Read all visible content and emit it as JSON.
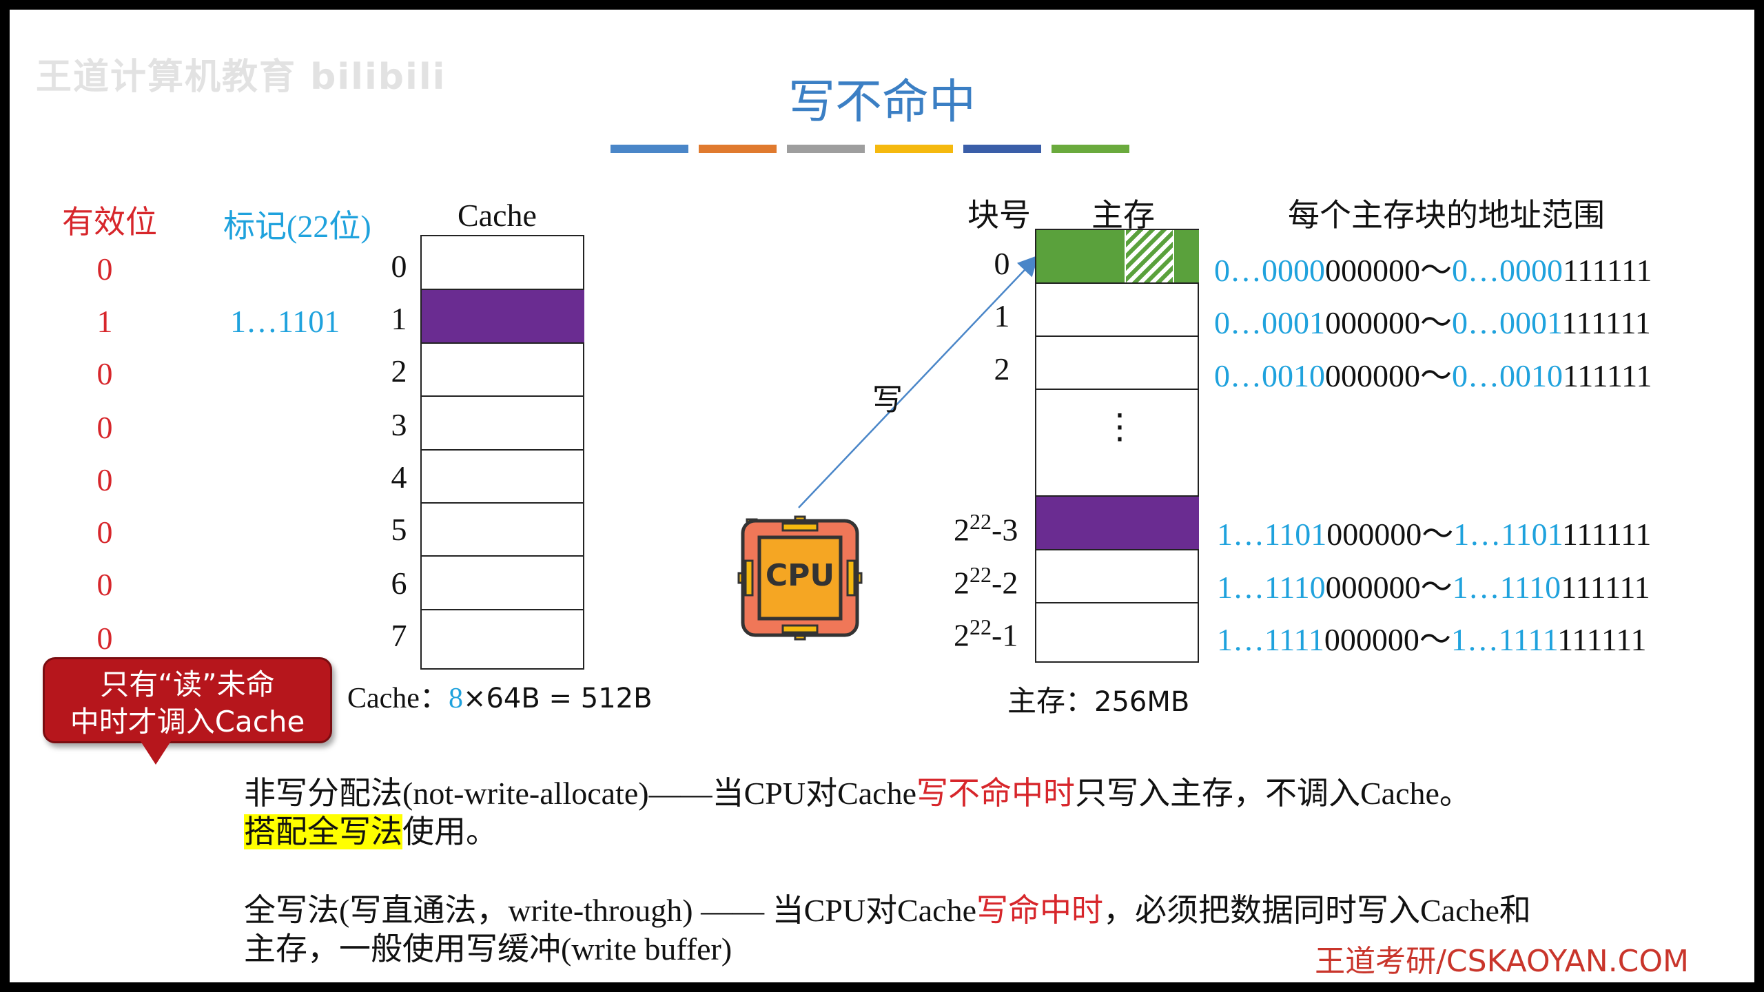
{
  "watermark": "王道计算机教育 bilibili",
  "title": "写不命中",
  "accent_bar_colors": [
    "#4a86c8",
    "#e07a2e",
    "#9e9e9e",
    "#f5b90f",
    "#3a5ea8",
    "#6aaa3d"
  ],
  "cache_section": {
    "valid_header": "有效位",
    "tag_header": "标记(22位)",
    "cache_header": "Cache",
    "rows": [
      {
        "index": "0",
        "valid": "0",
        "tag": ""
      },
      {
        "index": "1",
        "valid": "1",
        "tag": "1…1101"
      },
      {
        "index": "2",
        "valid": "0",
        "tag": ""
      },
      {
        "index": "3",
        "valid": "0",
        "tag": ""
      },
      {
        "index": "4",
        "valid": "0",
        "tag": ""
      },
      {
        "index": "5",
        "valid": "0",
        "tag": ""
      },
      {
        "index": "6",
        "valid": "0",
        "tag": ""
      },
      {
        "index": "7",
        "valid": "0",
        "tag": ""
      }
    ],
    "size_label": "Cache：",
    "size_count": "8",
    "size_rest": "×64B = 512B",
    "filled_color": "#6a2c91"
  },
  "memory_section": {
    "block_header": "块号",
    "mem_header": "主存",
    "range_header": "每个主存块的地址范围",
    "rows": [
      {
        "block": "0",
        "addr_start_prefix": "0…0000",
        "addr_start_suffix": "000000",
        "addr_end_prefix": "0…0000",
        "addr_end_suffix": "111111"
      },
      {
        "block": "1",
        "addr_start_prefix": "0…0001",
        "addr_start_suffix": "000000",
        "addr_end_prefix": "0…0001",
        "addr_end_suffix": "111111"
      },
      {
        "block": "2",
        "addr_start_prefix": "0…0010",
        "addr_start_suffix": "000000",
        "addr_end_prefix": "0…0010",
        "addr_end_suffix": "111111"
      },
      {
        "block": "2",
        "exp": "22",
        "minus": "-3",
        "addr_start_prefix": "1…1101",
        "addr_start_suffix": "000000",
        "addr_end_prefix": "1…1101",
        "addr_end_suffix": "111111"
      },
      {
        "block": "2",
        "exp": "22",
        "minus": "-2",
        "addr_start_prefix": "1…1110",
        "addr_start_suffix": "000000",
        "addr_end_prefix": "1…1110",
        "addr_end_suffix": "111111"
      },
      {
        "block": "2",
        "exp": "22",
        "minus": "-1",
        "addr_start_prefix": "1…1111",
        "addr_start_suffix": "000000",
        "addr_end_prefix": "1…1111",
        "addr_end_suffix": "111111"
      }
    ],
    "tilde": "～",
    "ellipsis": "⋮",
    "size_label": "主存：",
    "size_value": "256MB",
    "block0_color": "#5aa13c",
    "highlight_color": "#6a2c91"
  },
  "cpu": {
    "label": "CPU",
    "write_label": "写"
  },
  "callout": {
    "line1": "只有“读”未命",
    "line2": "中时才调入Cache"
  },
  "text": {
    "p1_a": "非写分配法(not-write-allocate)——当CPU对Cache",
    "p1_red": "写不命中时",
    "p1_b": "只写入主存，不调入Cache。",
    "p2_hl": "搭配全写法",
    "p2_b": "使用。",
    "p3_a": "全写法(写直通法，write-through) —— 当CPU对Cache",
    "p3_red": "写命中时",
    "p3_b": "，必须把数据同时写入Cache和",
    "p4": "主存，一般使用写缓冲(write buffer)"
  },
  "brand": "王道考研/CSKAOYAN.COM"
}
